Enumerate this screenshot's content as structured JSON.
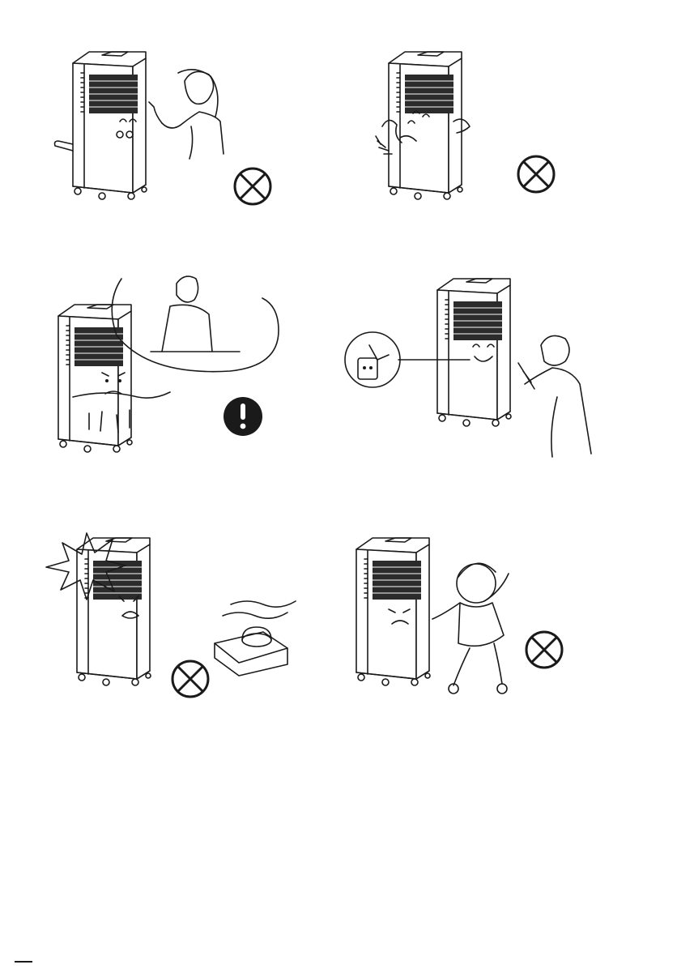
{
  "page": {
    "panels": [
      {
        "name": "warning-touch-air-outlet",
        "symbol": "prohibited-icon"
      },
      {
        "name": "warning-wet-hands",
        "symbol": "prohibited-icon"
      },
      {
        "name": "warning-water-leak-call-service",
        "symbol": "caution-icon"
      },
      {
        "name": "warning-unplug-power",
        "symbol": "none"
      },
      {
        "name": "warning-heat-source",
        "symbol": "prohibited-icon"
      },
      {
        "name": "warning-children-play",
        "symbol": "prohibited-icon"
      }
    ],
    "colors": {
      "ink": "#1a1a1a",
      "background": "#ffffff",
      "grille": "#2b2b2b"
    }
  }
}
